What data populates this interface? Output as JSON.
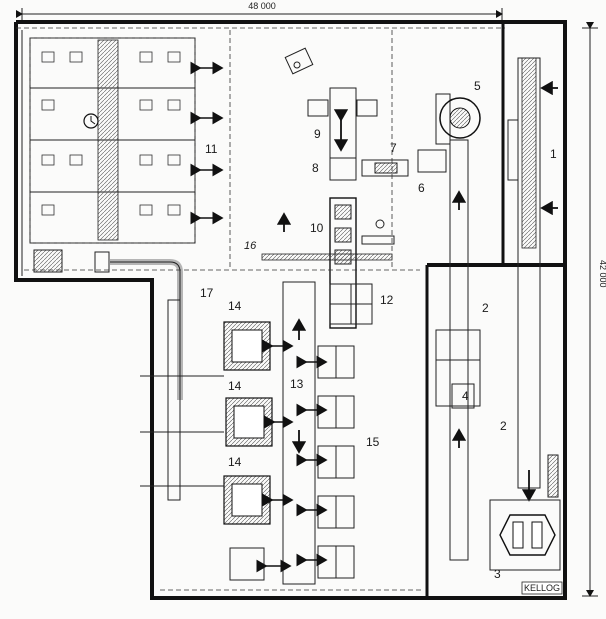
{
  "dimensions": {
    "width": "48 000",
    "height": "42 000"
  },
  "labels": {
    "l1": "1",
    "l2a": "2",
    "l2b": "2",
    "l3": "3",
    "l4": "4",
    "l5": "5",
    "l6": "6",
    "l7": "7",
    "l8": "8",
    "l9": "9",
    "l10": "10",
    "l11": "11",
    "l12": "12",
    "l13": "13",
    "l14a": "14",
    "l14b": "14",
    "l14c": "14",
    "l15": "15",
    "l16": "16",
    "l17": "17"
  },
  "stamp": "KELLOG"
}
